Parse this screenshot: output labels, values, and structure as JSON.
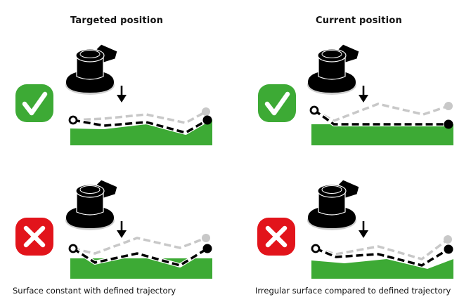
{
  "columns": {
    "left": {
      "title": "Targeted position",
      "caption": "Surface constant with defined trajectory"
    },
    "right": {
      "title": "Current position",
      "caption": "Irregular surface compared to defined trajectory"
    }
  },
  "colors": {
    "surface": "#3daa35",
    "ok_badge": "#3daa35",
    "error_badge": "#e2141b",
    "tool": "#000000",
    "tool_shadow": "#cfcfcf",
    "defined_trajectory": "#c8c8c8",
    "actual_trajectory": "#000000"
  },
  "panels": [
    {
      "id": "top-left",
      "column": "left",
      "status": "ok",
      "status_icon": "checkmark-icon",
      "surface_profile": "irregular",
      "trajectory_behavior": "follows surface"
    },
    {
      "id": "top-right",
      "column": "right",
      "status": "ok",
      "status_icon": "checkmark-icon",
      "surface_profile": "flat",
      "trajectory_behavior": "follows surface"
    },
    {
      "id": "bottom-left",
      "column": "left",
      "status": "error",
      "status_icon": "cross-icon",
      "surface_profile": "flat",
      "trajectory_behavior": "deviates from surface"
    },
    {
      "id": "bottom-right",
      "column": "right",
      "status": "error",
      "status_icon": "cross-icon",
      "surface_profile": "irregular",
      "trajectory_behavior": "above surface"
    }
  ]
}
